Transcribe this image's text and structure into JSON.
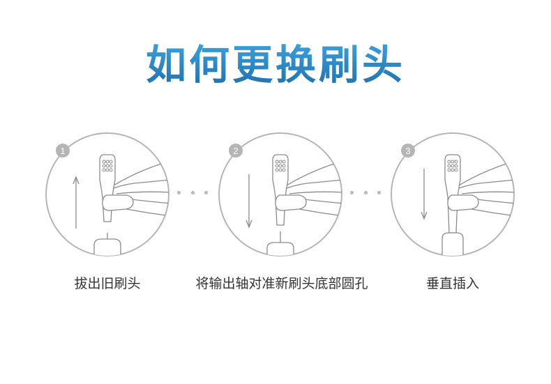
{
  "title": "如何更换刷头",
  "steps": [
    {
      "number": "1",
      "caption": "拔出旧刷头",
      "direction": "up"
    },
    {
      "number": "2",
      "caption": "将输出轴对准新刷头底部圆孔",
      "direction": "down"
    },
    {
      "number": "3",
      "caption": "垂直插入",
      "direction": "down"
    }
  ],
  "colors": {
    "title_gradient_top": "#3aa3de",
    "title_gradient_bottom": "#1f6fae",
    "circle_stroke": "#b5b5b5",
    "line_art": "#8a8a8a",
    "caption_text": "#333333"
  }
}
